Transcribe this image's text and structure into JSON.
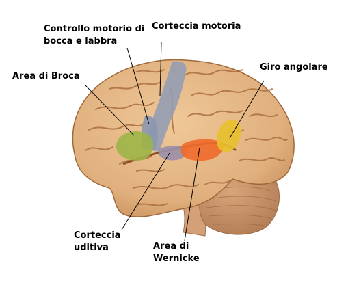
{
  "labels": {
    "mouth_control_line1": "Controllo motorio di",
    "mouth_control_line2": "bocca e labbra",
    "motor_cortex": "Corteccia motoria",
    "broca": "Area di Broca",
    "angular_gyrus": "Giro angolare",
    "auditory_line1": "Corteccia",
    "auditory_line2": "uditiva",
    "wernicke_line1": "Area di",
    "wernicke_line2": "Wernicke"
  },
  "colors": {
    "brain": "#e2b482",
    "brain_shadow": "#c68f5a",
    "sulci": "#a86a3c",
    "motor_cortex": "#8f9bb5",
    "broca": "#9db548",
    "auditory": "#9a8fa8",
    "wernicke": "#ee6a2a",
    "angular_gyrus": "#e8c02c",
    "cerebellum": "#c89068"
  }
}
